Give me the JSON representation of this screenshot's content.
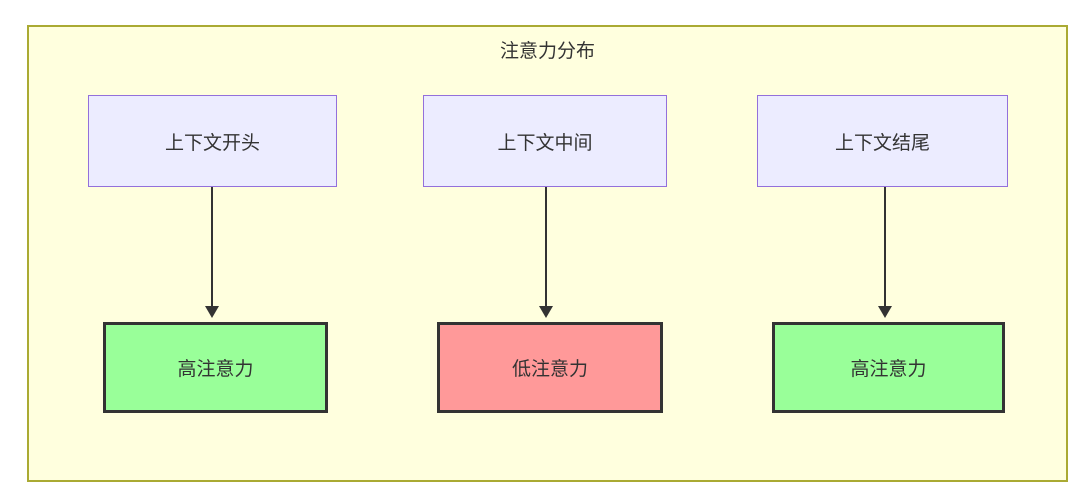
{
  "diagram": {
    "title": "注意力分布",
    "columns": [
      {
        "source": {
          "label": "上下文开头"
        },
        "target": {
          "label": "高注意力",
          "status": "high"
        }
      },
      {
        "source": {
          "label": "上下文中间"
        },
        "target": {
          "label": "低注意力",
          "status": "low"
        }
      },
      {
        "source": {
          "label": "上下文结尾"
        },
        "target": {
          "label": "高注意力",
          "status": "high"
        }
      }
    ],
    "colors": {
      "container_fill": "#FFFFDE",
      "container_border": "#AAAA33",
      "source_fill": "#ECECFF",
      "source_border": "#9370DB",
      "high_attention_fill": "#99FF99",
      "low_attention_fill": "#FF9999",
      "target_border": "#333333",
      "arrow": "#333333",
      "text": "#333333"
    }
  }
}
